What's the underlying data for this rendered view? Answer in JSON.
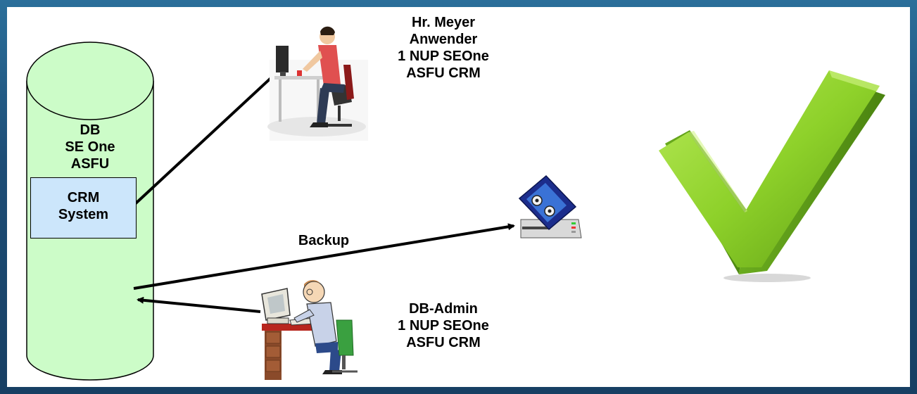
{
  "database": {
    "lines": [
      "DB",
      "SE One",
      "ASFU"
    ]
  },
  "crm_box": {
    "lines": [
      "CRM",
      "System"
    ]
  },
  "user_label": {
    "lines": [
      "Hr. Meyer",
      "Anwender",
      "1 NUP SEOne",
      "ASFU CRM"
    ]
  },
  "admin_label": {
    "lines": [
      "DB-Admin",
      "1 NUP SEOne",
      "ASFU CRM"
    ]
  },
  "backup_label": "Backup",
  "colors": {
    "database_fill": "#ccfcc8",
    "crm_box_fill": "#cce6fb",
    "checkmark": "#8ed12a",
    "frame": "#1f4f78"
  },
  "icons": {
    "user": "person-at-computer-icon",
    "admin": "admin-at-computer-icon",
    "backup": "tape-drive-icon",
    "status": "checkmark-icon"
  }
}
